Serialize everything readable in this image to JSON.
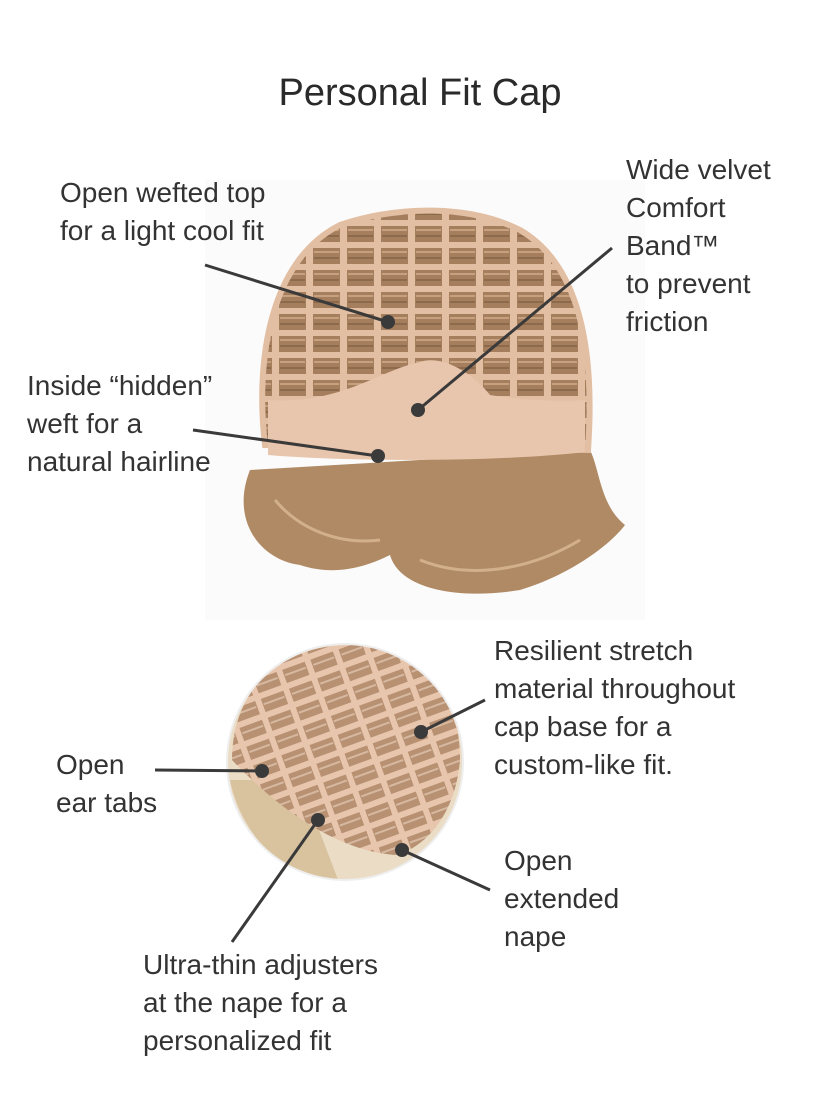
{
  "title": "Personal Fit Cap",
  "callouts": {
    "open_top": [
      "Open wefted top",
      "for a light cool fit"
    ],
    "comfort_band": [
      "Wide velvet",
      "Comfort",
      "Band™",
      "to prevent",
      "friction"
    ],
    "hidden_weft": [
      "Inside “hidden”",
      "weft for a",
      "natural hairline"
    ],
    "stretch": [
      "Resilient stretch",
      "material throughout",
      "cap base for a",
      "custom-like fit."
    ],
    "ear_tabs": [
      "Open",
      "ear tabs"
    ],
    "nape": [
      "Open",
      "extended",
      "nape"
    ],
    "adjusters": [
      "Ultra-thin adjusters",
      "at the nape for a",
      "personalized fit"
    ]
  },
  "colors": {
    "cap": "#e5c1a6",
    "hair": "#b08a64",
    "line": "#3a3a3a"
  }
}
